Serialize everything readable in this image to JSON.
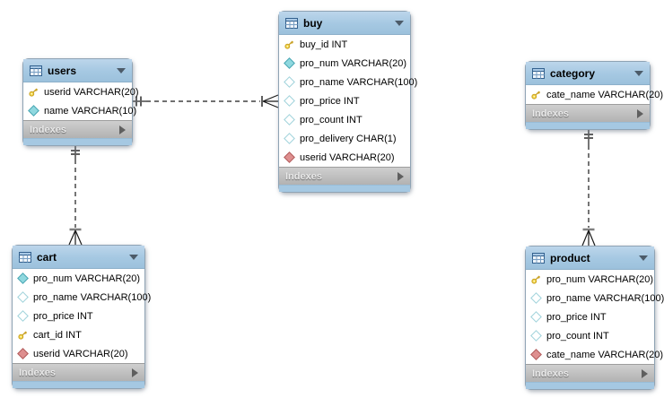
{
  "diagram": {
    "indexes_label": "Indexes",
    "tables": [
      {
        "name": "users",
        "columns": [
          {
            "icon": "primary-key",
            "label": "userid VARCHAR(20)"
          },
          {
            "icon": "column-notnull",
            "label": "name VARCHAR(10)"
          }
        ]
      },
      {
        "name": "buy",
        "columns": [
          {
            "icon": "primary-key",
            "label": "buy_id INT"
          },
          {
            "icon": "column-notnull",
            "label": "pro_num VARCHAR(20)"
          },
          {
            "icon": "column-nullable",
            "label": "pro_name VARCHAR(100)"
          },
          {
            "icon": "column-nullable",
            "label": "pro_price INT"
          },
          {
            "icon": "column-nullable",
            "label": "pro_count INT"
          },
          {
            "icon": "column-nullable",
            "label": "pro_delivery CHAR(1)"
          },
          {
            "icon": "foreign-key",
            "label": "userid VARCHAR(20)"
          }
        ]
      },
      {
        "name": "cart",
        "columns": [
          {
            "icon": "column-notnull",
            "label": "pro_num VARCHAR(20)"
          },
          {
            "icon": "column-nullable",
            "label": "pro_name VARCHAR(100)"
          },
          {
            "icon": "column-nullable",
            "label": "pro_price INT"
          },
          {
            "icon": "primary-key",
            "label": "cart_id INT"
          },
          {
            "icon": "foreign-key",
            "label": "userid VARCHAR(20)"
          }
        ]
      },
      {
        "name": "category",
        "columns": [
          {
            "icon": "primary-key",
            "label": "cate_name VARCHAR(20)"
          }
        ]
      },
      {
        "name": "product",
        "columns": [
          {
            "icon": "primary-key",
            "label": "pro_num VARCHAR(20)"
          },
          {
            "icon": "column-nullable",
            "label": "pro_name VARCHAR(100)"
          },
          {
            "icon": "column-nullable",
            "label": "pro_price INT"
          },
          {
            "icon": "column-nullable",
            "label": "pro_count INT"
          },
          {
            "icon": "foreign-key",
            "label": "cate_name VARCHAR(20)"
          }
        ]
      }
    ],
    "relationships": [
      {
        "name": "users_buy",
        "from_table": "users",
        "to_table": "buy",
        "style": "dashed-non-identifying",
        "from_end": "exactly-one",
        "to_end": "many"
      },
      {
        "name": "users_cart",
        "from_table": "users",
        "to_table": "cart",
        "style": "dashed-non-identifying",
        "from_end": "exactly-one",
        "to_end": "many"
      },
      {
        "name": "category_product",
        "from_table": "category",
        "to_table": "product",
        "style": "dashed-non-identifying",
        "from_end": "exactly-one",
        "to_end": "many"
      }
    ],
    "colors": {
      "header_blue": "#a5c8e2",
      "indexes_gray": "#bfbfbf",
      "primary_key_yellow": "#f2d43f",
      "notnull_cyan": "#8fd8df",
      "foreign_key_red": "#de8f8f",
      "line_black": "#1a1a1a"
    }
  }
}
